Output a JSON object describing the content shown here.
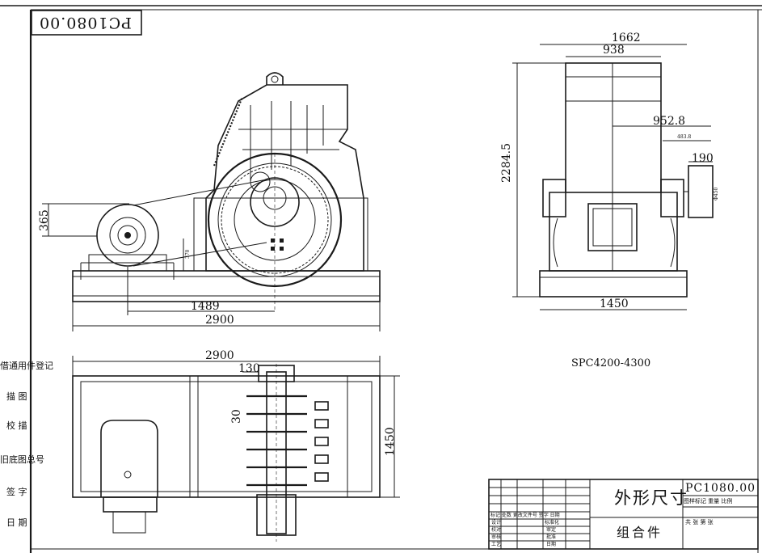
{
  "drawing_number_mirrored": "PC1080.00",
  "model_caption": "SPC4200-4300",
  "left_strip": {
    "row1": "借通用件登记",
    "row2": "描  图",
    "row3": "校  描",
    "row4": "旧底图总号",
    "row5": "签  字",
    "row6": "日  期"
  },
  "dimensions": {
    "side_width_top": "1662",
    "side_width_inner": "938",
    "side_offset": "952.8",
    "side_offset_small": "483.8",
    "side_flange": "190",
    "side_height": "2284.5",
    "side_base": "1450",
    "front_motor_height": "365",
    "front_center": "1489",
    "front_total": "2900",
    "front_small": "370",
    "plan_total": "2900",
    "plan_offset": "130",
    "plan_small": "30",
    "plan_height": "1450",
    "flange_small": "Φ450"
  },
  "title_block": {
    "drawing_name": "外形尺寸",
    "drawing_number": "PC1080.00",
    "category": "组合件",
    "sub_header": "图样标记  重量  比例",
    "sheet_label": "共  张  第  张",
    "rows": [
      "标记  处数  更改文件号  签字  日期",
      "设计",
      "校对",
      "审核",
      "工艺"
    ],
    "std": "标准化",
    "std_vals": [
      "审定",
      "批准",
      "日期"
    ]
  }
}
